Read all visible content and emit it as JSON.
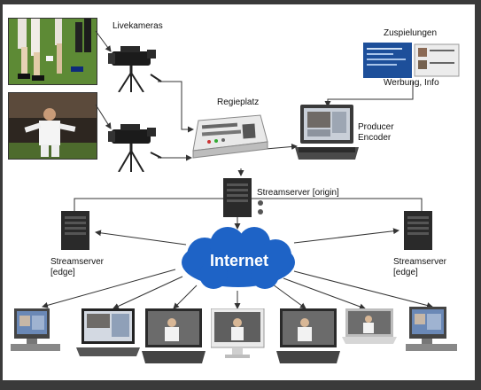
{
  "labels": {
    "livekameras": "Livekameras",
    "zuspielungen": "Zuspielungen",
    "werbung": "Werbung, Info",
    "regieplatz": "Regieplatz",
    "producer_line1": "Producer",
    "producer_line2": "Encoder",
    "origin": "Streamserver [origin]",
    "internet": "Internet",
    "edge_left_line1": "Streamserver",
    "edge_left_line2": "[edge]",
    "edge_right_line1": "Streamserver",
    "edge_right_line2": "[edge]"
  },
  "icons": {
    "camera": "video-camera-icon",
    "mixer": "video-mixer-icon",
    "laptop": "laptop-icon",
    "server": "server-tower-icon",
    "cloud": "cloud-icon",
    "monitor": "monitor-icon",
    "imac": "imac-icon"
  },
  "colors": {
    "frame": "#3a3a3a",
    "canvas": "#ffffff",
    "cloud": "#1e63c6",
    "arrow": "#333333",
    "server": "#2a2a2a",
    "grass": "#4d7a2a"
  }
}
